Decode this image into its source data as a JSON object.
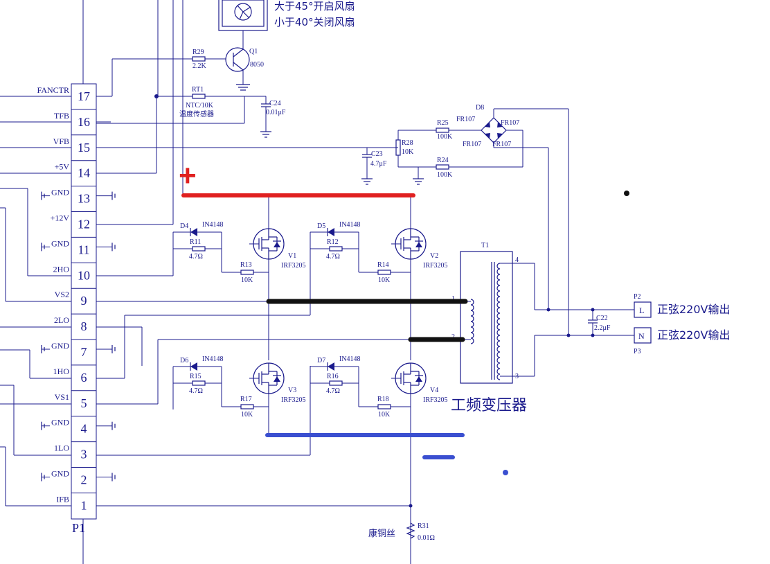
{
  "connector": {
    "name": "P1",
    "pins": [
      {
        "num": "17",
        "signal": "FANCTR"
      },
      {
        "num": "16",
        "signal": "TFB"
      },
      {
        "num": "15",
        "signal": "VFB"
      },
      {
        "num": "14",
        "signal": "+5V"
      },
      {
        "num": "13",
        "signal": "GND"
      },
      {
        "num": "12",
        "signal": "+12V"
      },
      {
        "num": "11",
        "signal": "GND"
      },
      {
        "num": "10",
        "signal": "2HO"
      },
      {
        "num": "9",
        "signal": "VS2"
      },
      {
        "num": "8",
        "signal": "2LO"
      },
      {
        "num": "7",
        "signal": "GND"
      },
      {
        "num": "6",
        "signal": "1HO"
      },
      {
        "num": "5",
        "signal": "VS1"
      },
      {
        "num": "4",
        "signal": "GND"
      },
      {
        "num": "3",
        "signal": "1LO"
      },
      {
        "num": "2",
        "signal": "GND"
      },
      {
        "num": "1",
        "signal": "IFB"
      }
    ]
  },
  "fan_note": {
    "line1": "大于45°开启风扇",
    "line2": "小于40°关闭风扇"
  },
  "components": {
    "R29": {
      "ref": "R29",
      "value": "2.2K"
    },
    "Q1": {
      "ref": "Q1",
      "value": "8050"
    },
    "RT1": {
      "ref": "RT1",
      "value": "NTC/10K",
      "desc": "温度传感器"
    },
    "C24": {
      "ref": "C24",
      "value": "0.01μF"
    },
    "C23": {
      "ref": "C23",
      "value": "4.7μF"
    },
    "R28": {
      "ref": "R28",
      "value": "10K"
    },
    "R25": {
      "ref": "R25",
      "value": "100K"
    },
    "R24": {
      "ref": "R24",
      "value": "100K"
    },
    "D8": {
      "ref": "D8",
      "d1": "FR107",
      "d2": "FR107",
      "d3": "FR107",
      "d4": "FR107"
    },
    "D4": {
      "ref": "D4",
      "value": "IN4148"
    },
    "D5": {
      "ref": "D5",
      "value": "IN4148"
    },
    "D6": {
      "ref": "D6",
      "value": "IN4148"
    },
    "D7": {
      "ref": "D7",
      "value": "IN4148"
    },
    "R11": {
      "ref": "R11",
      "value": "4.7Ω"
    },
    "R12": {
      "ref": "R12",
      "value": "4.7Ω"
    },
    "R15": {
      "ref": "R15",
      "value": "4.7Ω"
    },
    "R16": {
      "ref": "R16",
      "value": "4.7Ω"
    },
    "R13": {
      "ref": "R13",
      "value": "10K"
    },
    "R14": {
      "ref": "R14",
      "value": "10K"
    },
    "R17": {
      "ref": "R17",
      "value": "10K"
    },
    "R18": {
      "ref": "R18",
      "value": "10K"
    },
    "V1": {
      "ref": "V1",
      "value": "IRF3205"
    },
    "V2": {
      "ref": "V2",
      "value": "IRF3205"
    },
    "V3": {
      "ref": "V3",
      "value": "IRF3205"
    },
    "V4": {
      "ref": "V4",
      "value": "IRF3205"
    },
    "T1": {
      "ref": "T1",
      "label": "工频变压器",
      "p1": "1",
      "p2": "2",
      "p3": "3",
      "p4": "4"
    },
    "C22": {
      "ref": "C22",
      "value": "2.2μF"
    },
    "P2": {
      "ref": "P2",
      "pin": "L",
      "label": "正弦220V输出"
    },
    "P3": {
      "ref": "P3",
      "pin": "N",
      "label": "正弦220V输出"
    },
    "R31": {
      "ref": "R31",
      "value": "0.01Ω",
      "desc": "康铜丝"
    }
  },
  "annotations": {
    "plus_mark": "+"
  },
  "colors": {
    "wire": "#1a1a8c",
    "positive_bus": "#e02020",
    "mid_bus": "#111111",
    "negative_bus": "#3a4fd0"
  }
}
